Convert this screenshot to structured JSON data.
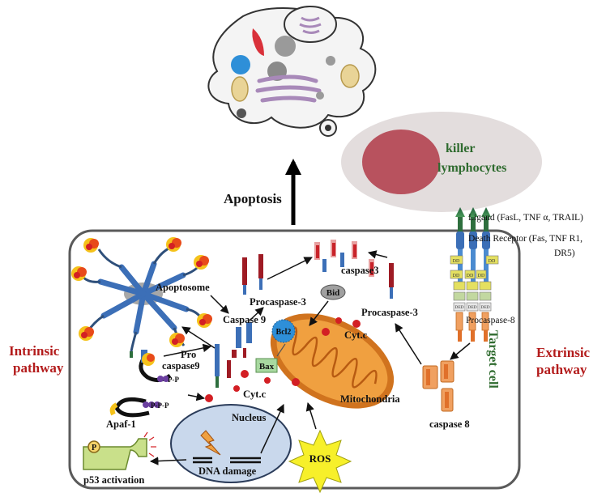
{
  "labels": {
    "apoptosis": "Apoptosis",
    "killer_line1": "killer",
    "killer_line2": "lymphocytes",
    "ligand": "Ligand (FasL, TNF α, TRAIL)",
    "death_receptor_line1": "Death Receptor (Fas, TNF R1,",
    "death_receptor_line2": "DR5)",
    "procaspase8": "Procaspase-8",
    "target_cell": "Target cell",
    "extrinsic_line1": "Extrinsic",
    "extrinsic_line2": "pathway",
    "intrinsic_line1": "Intrinsic",
    "intrinsic_line2": "pathway",
    "caspase8": "caspase 8",
    "apoptosome": "Apoptosome",
    "caspase9": "Caspase 9",
    "procaspase9_line1": "Pro",
    "procaspase9_line2": "caspase9",
    "procaspase3_left": "Procaspase-3",
    "procaspase3_right": "Procaspase-3",
    "caspase3": "caspase3",
    "bid": "Bid",
    "bcl2": "Bcl2",
    "bax": "Bax",
    "cytc_right": "Cyt.c",
    "cytc_left": "Cyt.c",
    "mitochondria": "Mitochondria",
    "nucleus": "Nucleus",
    "dna_damage": "DNA damage",
    "ros": "ROS",
    "p53": "p53 activation",
    "p_badge": "P",
    "apaf1": "Apaf-1",
    "pp": "P-P",
    "ppp": "P-P-P",
    "dd": "DD",
    "ded": "DED"
  },
  "colors": {
    "cell_border": "#5a5a5a",
    "cell_fill": "#ffffff",
    "text_red": "#b31b1b",
    "text_green": "#2f6b2f",
    "mito_fill": "#f0a040",
    "mito_outer": "#d0731e",
    "killer_outer": "#e3dddd",
    "killer_inner": "#b8525e",
    "nucleus_fill": "#c9d8ec",
    "ros_fill": "#f7f02a",
    "caspase_red": "#9e1b24",
    "caspase_blue": "#3c6fb7",
    "receptor_green": "#2e6f3e",
    "cytc": "#d31f24",
    "p53_fill": "#c9e08a",
    "bcl2": "#2e8fd8",
    "bax": "#a8d8a0",
    "bid": "#a0a0a0"
  }
}
